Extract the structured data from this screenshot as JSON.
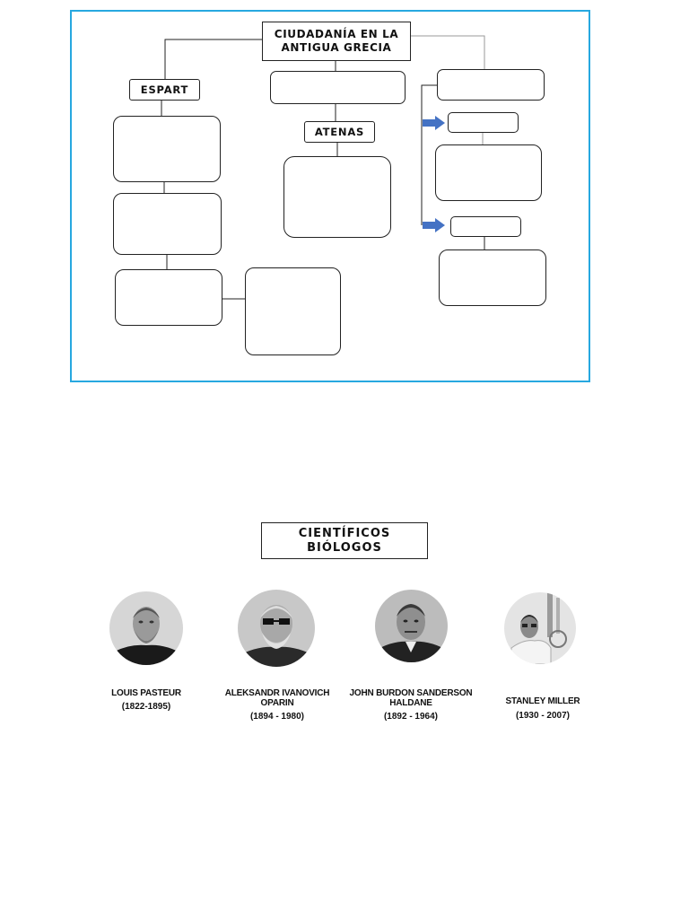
{
  "diagram": {
    "title_line1": "CIUDADANÍA EN LA",
    "title_line2": "ANTIGUA GRECIA",
    "esparta_label": "ESPART",
    "atenas_label": "ATENAS",
    "frame_color": "#27a8e0",
    "arrow_color": "#4472c4"
  },
  "scientists_section": {
    "title_line1": "CIENTÍFICOS",
    "title_line2": "BIÓLOGOS",
    "people": [
      {
        "name_line1": "LOUIS PASTEUR",
        "name_line2": "",
        "dates": "(1822-1895)"
      },
      {
        "name_line1": "ALEKSANDR IVANOVICH",
        "name_line2": "OPARIN",
        "dates": "(1894 - 1980)"
      },
      {
        "name_line1": "JOHN BURDON SANDERSON",
        "name_line2": "HALDANE",
        "dates": "(1892 - 1964)"
      },
      {
        "name_line1": "STANLEY MILLER",
        "name_line2": "",
        "dates": "(1930 - 2007)"
      }
    ]
  }
}
